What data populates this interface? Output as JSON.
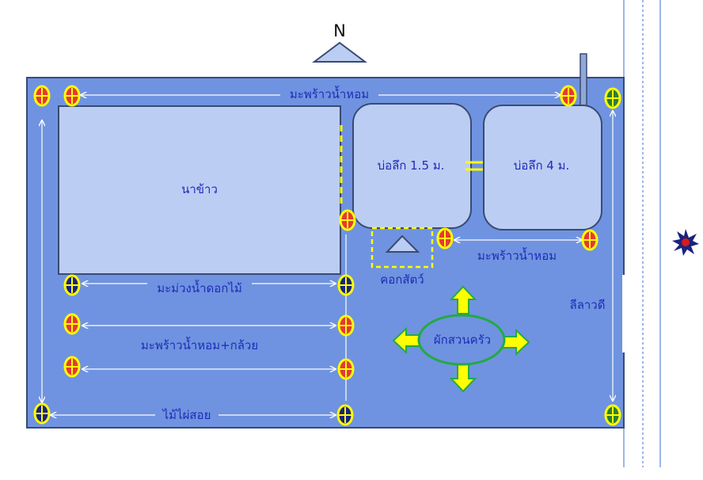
{
  "diagram": {
    "north_label": "N",
    "rice_field": "นาข้าว",
    "pond_1": "บ่อลึก 1.5 ม.",
    "pond_2": "บ่อลึก 4 ม.",
    "coconut_top": "มะพร้าวน้ำหอม",
    "coconut_right": "มะพร้าวน้ำหอม",
    "mango": "มะม่วงน้ำดอกไม้",
    "coconut_banana": "มะพร้าวน้ำหอม+กล้วย",
    "bamboo": "ไม้ไผ่สอย",
    "animal_pen": "คอกสัตว์",
    "vegetable_garden": "ผักสวนครัว",
    "frangipani": "ลีลาวดี"
  },
  "colors": {
    "land": "#6f93e0",
    "plot": "#bccdf4",
    "border": "#3a4a72",
    "text": "#1f2bb8",
    "highlight": "#ffff00",
    "garden": "#22aa44",
    "marker_red": "#e53935",
    "marker_navy": "#1a237e",
    "marker_green": "#2e7d32",
    "sun": "#d81b1b"
  }
}
